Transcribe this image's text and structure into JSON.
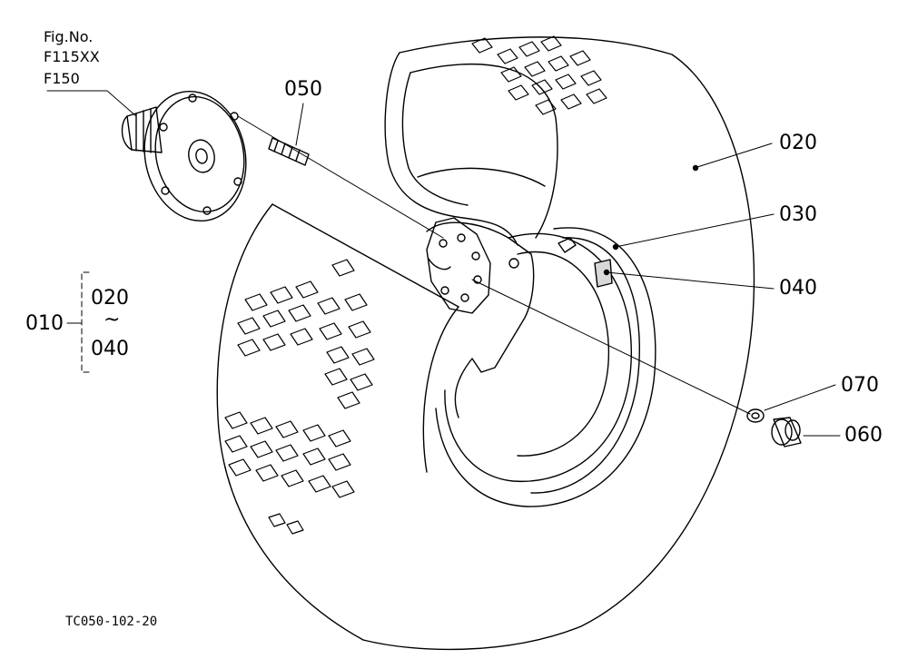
{
  "figure": {
    "ref_lines": [
      "Fig.No.",
      "F115XX",
      "F150"
    ],
    "drawing_code": "TC050-102-20"
  },
  "parts": {
    "p010": "010",
    "p020": "020",
    "p030": "030",
    "p040": "040",
    "p050": "050",
    "p060": "060",
    "p070": "070"
  },
  "assembly_range": {
    "from": "020",
    "sep": "~",
    "to": "040"
  },
  "colors": {
    "line": "#000000",
    "background": "#ffffff"
  }
}
